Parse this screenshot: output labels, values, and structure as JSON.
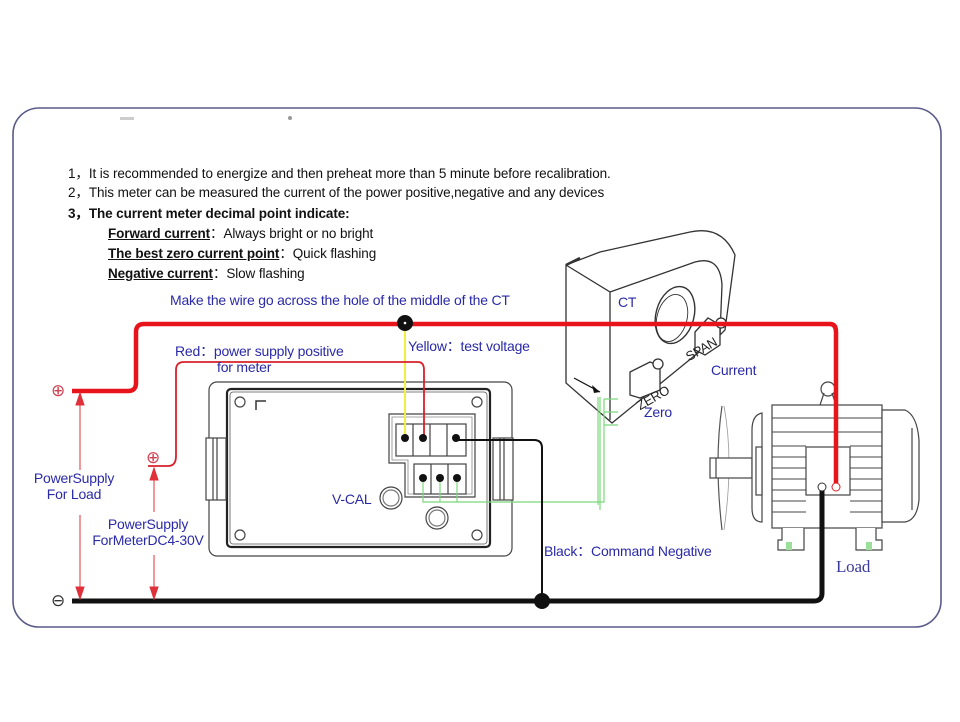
{
  "notes": {
    "item1": {
      "num": "1，",
      "text": "It is recommended to energize and then preheat more than 5 minute before recalibration."
    },
    "item2": {
      "num": "2，",
      "text": "This meter can be measured the current of the power positive,negative and any devices"
    },
    "item3": {
      "num": "3，",
      "text": "The current meter decimal point indicate:"
    },
    "indications": [
      {
        "term": "Forward current",
        "sep": "：",
        "value": "Always bright or no bright"
      },
      {
        "term": "The best zero current point",
        "sep": "：",
        "value": "Quick flashing"
      },
      {
        "term": "Negative current",
        "sep": "：",
        "value": "Slow flashing"
      }
    ]
  },
  "labels": {
    "wire_across_ct": "Make the wire go across the hole of the middle of the CT",
    "red_label_line1": "Red：power supply positive",
    "red_label_line2": "for meter",
    "yellow_label": "Yellow：test voltage",
    "ct": "CT",
    "span": "SPAN",
    "zero_engraved": "ZERO",
    "current": "Current",
    "zero": "Zero",
    "v_cal": "V-CAL",
    "black_label": "Black：Command Negative",
    "load": "Load",
    "power_load_line1": "PowerSupply",
    "power_load_line2": "For Load",
    "power_meter_line1": "PowerSupply",
    "power_meter_line2": "ForMeterDC4-30V"
  },
  "symbols": {
    "plus_load": "⊕",
    "plus_meter": "⊕",
    "minus": "⊖"
  },
  "colors": {
    "main_positive_wire": "#e8141c",
    "meter_positive_wire": "#d8202a",
    "negative_wire": "#000000",
    "yellow_wire": "#f0f040",
    "green_wire": "#7cd87c",
    "label_text": "#2a2aa8",
    "frame_border": "#5a5a8a",
    "dimension_arrow": "#e0303a"
  }
}
